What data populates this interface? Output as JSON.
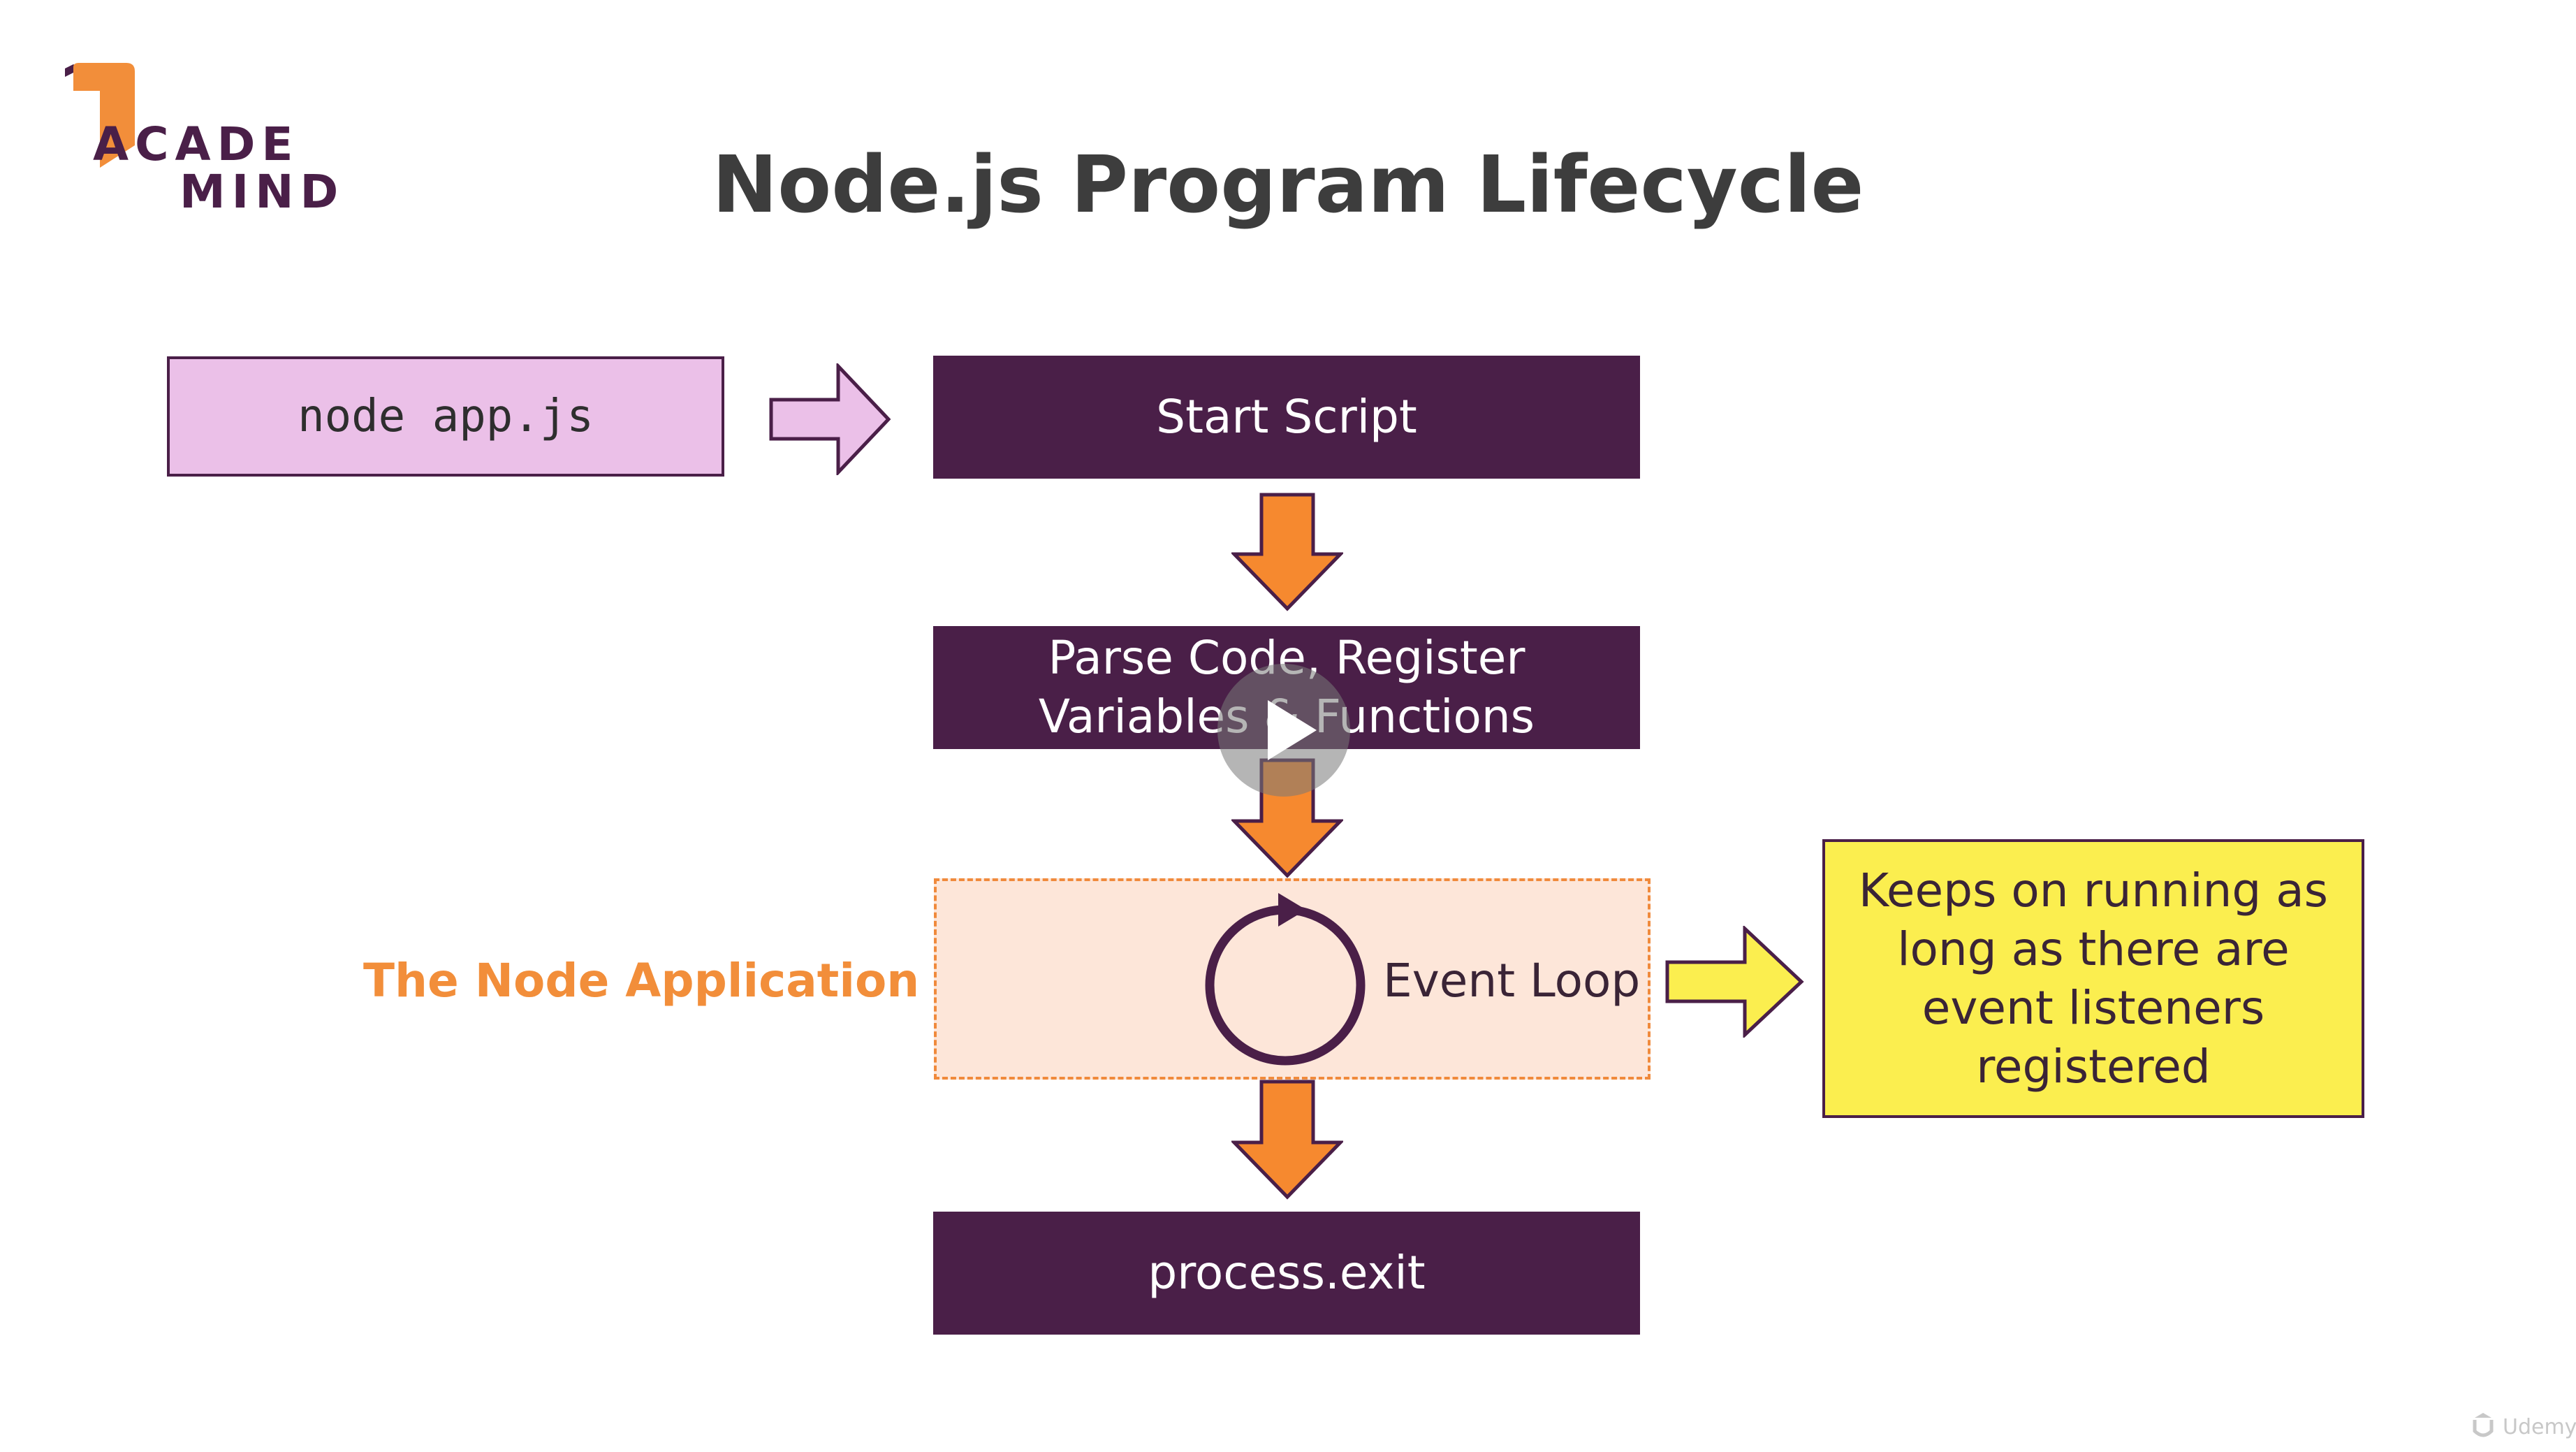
{
  "logo": {
    "line1": "ACADE",
    "line2": "MIND"
  },
  "title": "Node.js Program Lifecycle",
  "command": "node app.js",
  "steps": {
    "start": "Start Script",
    "parse_line1": "Parse Code, Register",
    "parse_line2": "Variables & Functions",
    "exit": "process.exit"
  },
  "app_label": "The Node Application",
  "event_loop": "Event Loop",
  "note": {
    "line1": "Keeps on running as",
    "line2": "long as there are",
    "line3": "event listeners",
    "line4": "registered"
  },
  "watermark": "Udemy",
  "colors": {
    "purple": "#4a1f48",
    "pink": "#ebc0e8",
    "orange": "#f6892f",
    "peach": "#fde6d9",
    "yellow": "#fbee4f"
  },
  "icons": [
    "academind-logo",
    "arrow-right-icon",
    "arrow-down-icon",
    "loop-icon",
    "play-icon",
    "udemy-logo"
  ]
}
